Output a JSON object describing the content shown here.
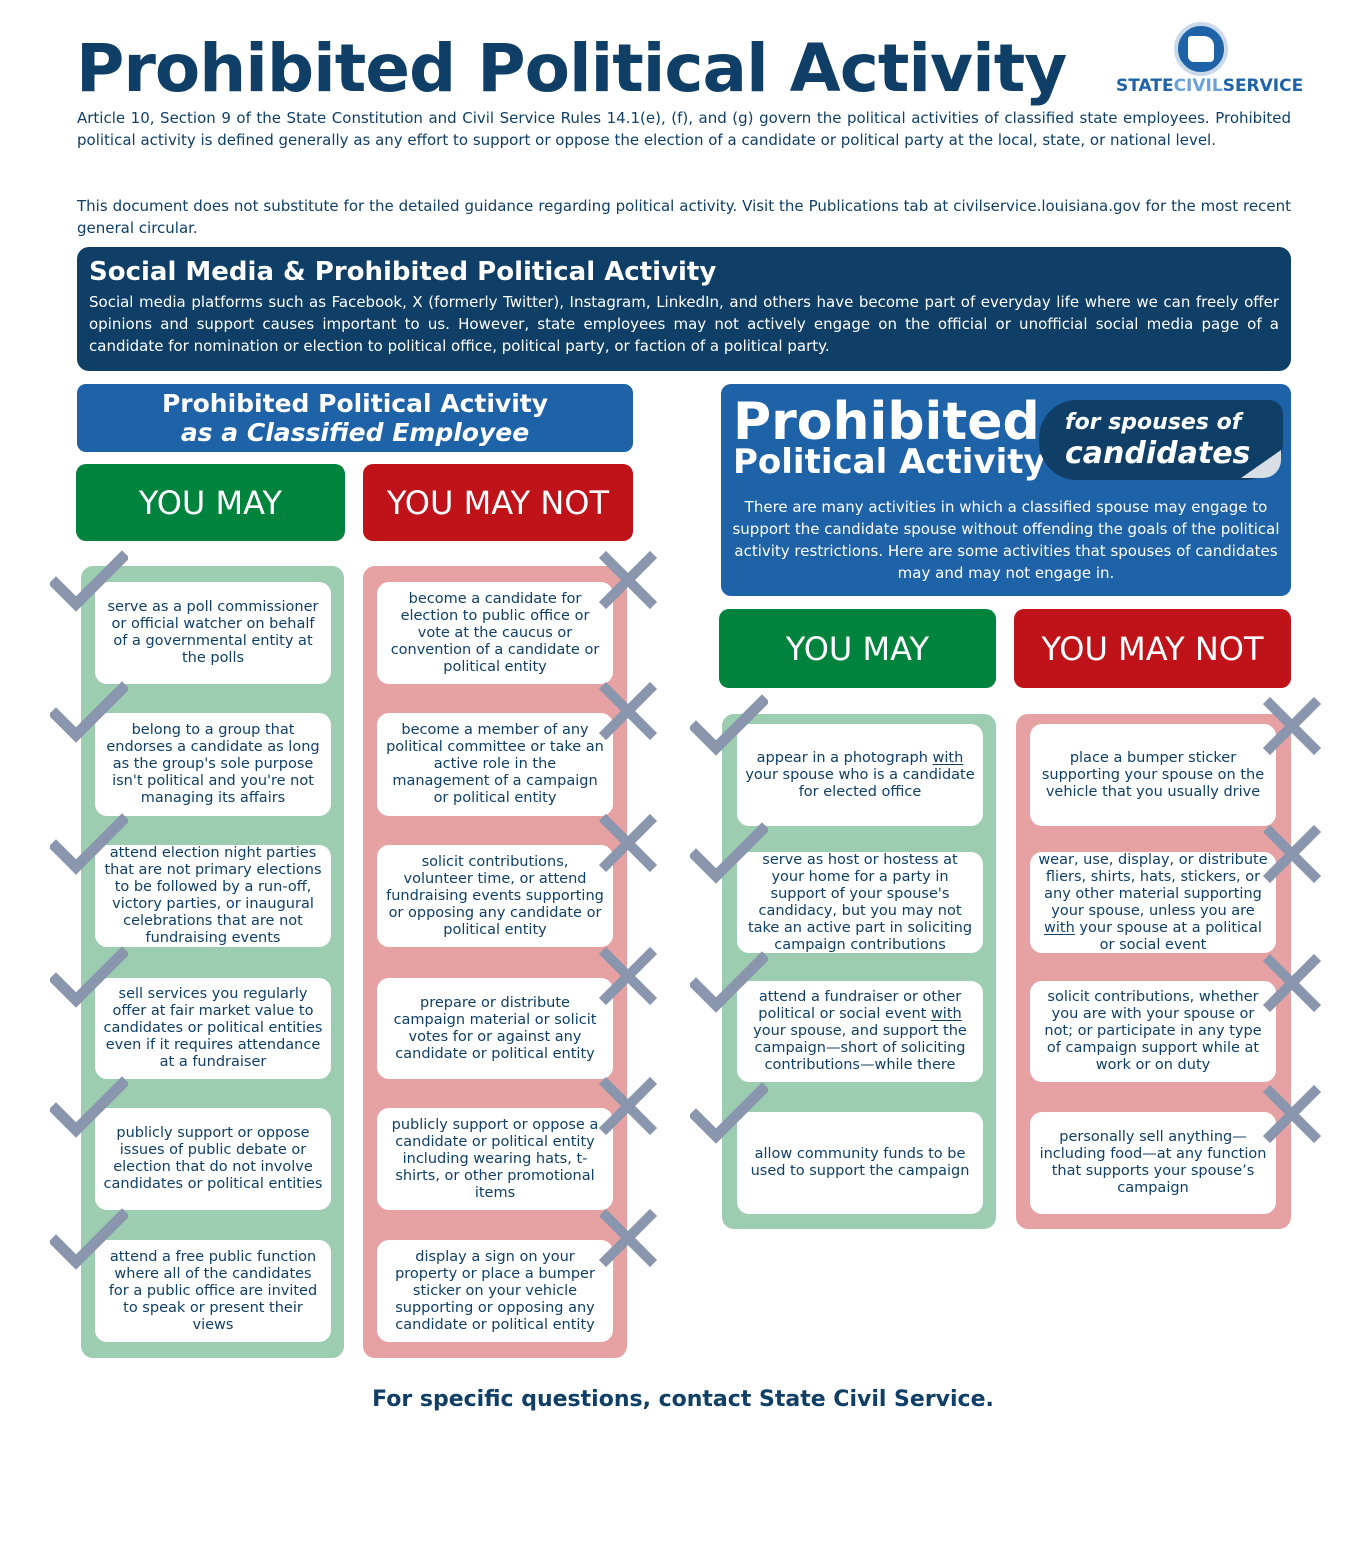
{
  "title": "Prohibited Political Activity",
  "logo": {
    "part1": "STATE",
    "part2": "CIVIL",
    "part3": "SERVICE"
  },
  "intro": {
    "p1": "Article 10, Section 9 of the State Constitution and Civil Service Rules 14.1(e), (f), and (g) govern the political activities of classified state employees. Prohibited political activity is defined generally as any effort to support or oppose the election of a candidate or political party at the local, state, or national level.",
    "p2": "This document does not substitute for the detailed guidance  regarding political activity. Visit the Publications tab at civilservice.louisiana.gov for the most recent general circular."
  },
  "social_media": {
    "heading": "Social Media & Prohibited Political Activity",
    "text": "Social media platforms such as Facebook, X (formerly Twitter), Instagram, LinkedIn, and others have become part of everyday life where we can freely offer opinions and support causes important to us. However, state employees may not actively engage on the official or unofficial social media page of a candidate for nomination or election to political office, political party, or faction of a political party."
  },
  "employee": {
    "header_line1": "Prohibited Political Activity",
    "header_line2": "as a Classified Employee",
    "may_label": "YOU MAY",
    "may_not_label": "YOU MAY NOT",
    "may": [
      "serve as a poll commissioner or official watcher on behalf of a governmental entity at the polls",
      "belong to a group that endorses a candidate as long as the group's sole purpose isn't political and you're not managing its affairs",
      "attend election night parties that are not primary elections to be followed by a run-off, victory parties, or inaugural celebrations that are not fundraising events",
      "sell services you regularly offer at fair market value to candidates or political entities even if it requires attendance at a fundraiser",
      "publicly support or oppose issues of public debate or election that do not involve candidates or political entities",
      "attend a free public function where all of the candidates for a public office are invited to speak or present their views"
    ],
    "may_not": [
      "become a candidate for election to public office or vote at the caucus or convention of a candidate or political entity",
      "become a member of any political committee or take an active role in the management of a campaign or political entity",
      "solicit contributions, volunteer time, or attend fundraising events supporting or opposing any candidate or political entity",
      "prepare or distribute campaign material or solicit votes for or against any candidate or political entity",
      "publicly support or oppose a candidate or political entity including wearing hats, t-shirts, or other promotional items",
      "display a sign on your property or place a bumper sticker on your vehicle supporting or opposing any candidate or political entity"
    ]
  },
  "spouse": {
    "big": "Prohibited",
    "sub": "Political Activity",
    "ribbon_line1": "for spouses of",
    "ribbon_line2": "candidates",
    "description": "There are many activities in which a classified spouse may engage to support the candidate spouse without offending the goals of the political activity restrictions. Here are some activities that spouses of candidates may and may not engage in.",
    "may_label": "YOU MAY",
    "may_not_label": "YOU MAY NOT",
    "may": [
      {
        "before": "appear in a photograph ",
        "u": "with",
        "after": " your spouse who is a candidate for elected office"
      },
      {
        "before": "serve as host or hostess at your home for a party in support of your spouse's candidacy, but you may not take an active part in soliciting campaign contributions",
        "u": "",
        "after": ""
      },
      {
        "before": "attend a fundraiser or other political or social event ",
        "u": "with",
        "after": " your spouse, and support the campaign—short of soliciting contributions—while there"
      },
      {
        "before": "allow community funds to be used to support the campaign",
        "u": "",
        "after": ""
      }
    ],
    "may_not": [
      {
        "before": "place a bumper sticker supporting your spouse on the vehicle that you usually drive",
        "u": "",
        "after": ""
      },
      {
        "before": "wear, use, display, or distribute fliers, shirts, hats, stickers, or any other material supporting your spouse, unless you are ",
        "u": "with",
        "after": " your spouse at a political or social event"
      },
      {
        "before": "solicit contributions, whether you are with your spouse or not; or participate in any type of campaign support while at work or on duty",
        "u": "",
        "after": ""
      },
      {
        "before": "personally sell anything—including food—at any function that supports your spouse’s campaign",
        "u": "",
        "after": ""
      }
    ]
  },
  "icons": {
    "check": "check-icon",
    "x": "x-icon",
    "mark_color": "#8a96ad"
  },
  "colors": {
    "navy": "#0f3f66",
    "blue": "#1e62a8",
    "green": "#00843d",
    "red": "#c01219",
    "light_green": "#9dcdb0",
    "light_red": "#e6a2a2"
  },
  "footer": "For specific questions, contact State Civil Service."
}
